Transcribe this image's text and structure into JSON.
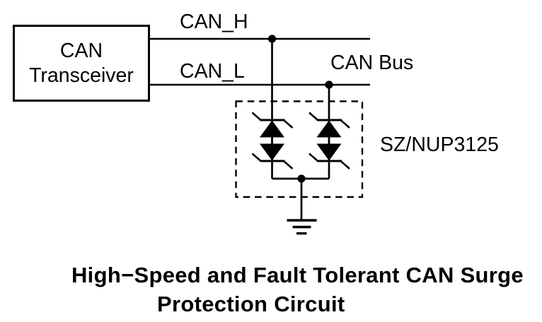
{
  "diagram": {
    "transceiver": {
      "line1": "CAN",
      "line2": "Transceiver"
    },
    "net_labels": {
      "can_h": "CAN_H",
      "can_l": "CAN_L",
      "can_bus": "CAN Bus"
    },
    "part_label": "SZ/NUP3125",
    "caption": {
      "line1": "High−Speed and Fault Tolerant CAN Surge",
      "line2": "Protection Circuit"
    },
    "colors": {
      "ink": "#000000",
      "background": "#ffffff"
    },
    "icons": {
      "tvs": "bidirectional-zener-tvs-pair",
      "ground": "earth-ground"
    }
  }
}
